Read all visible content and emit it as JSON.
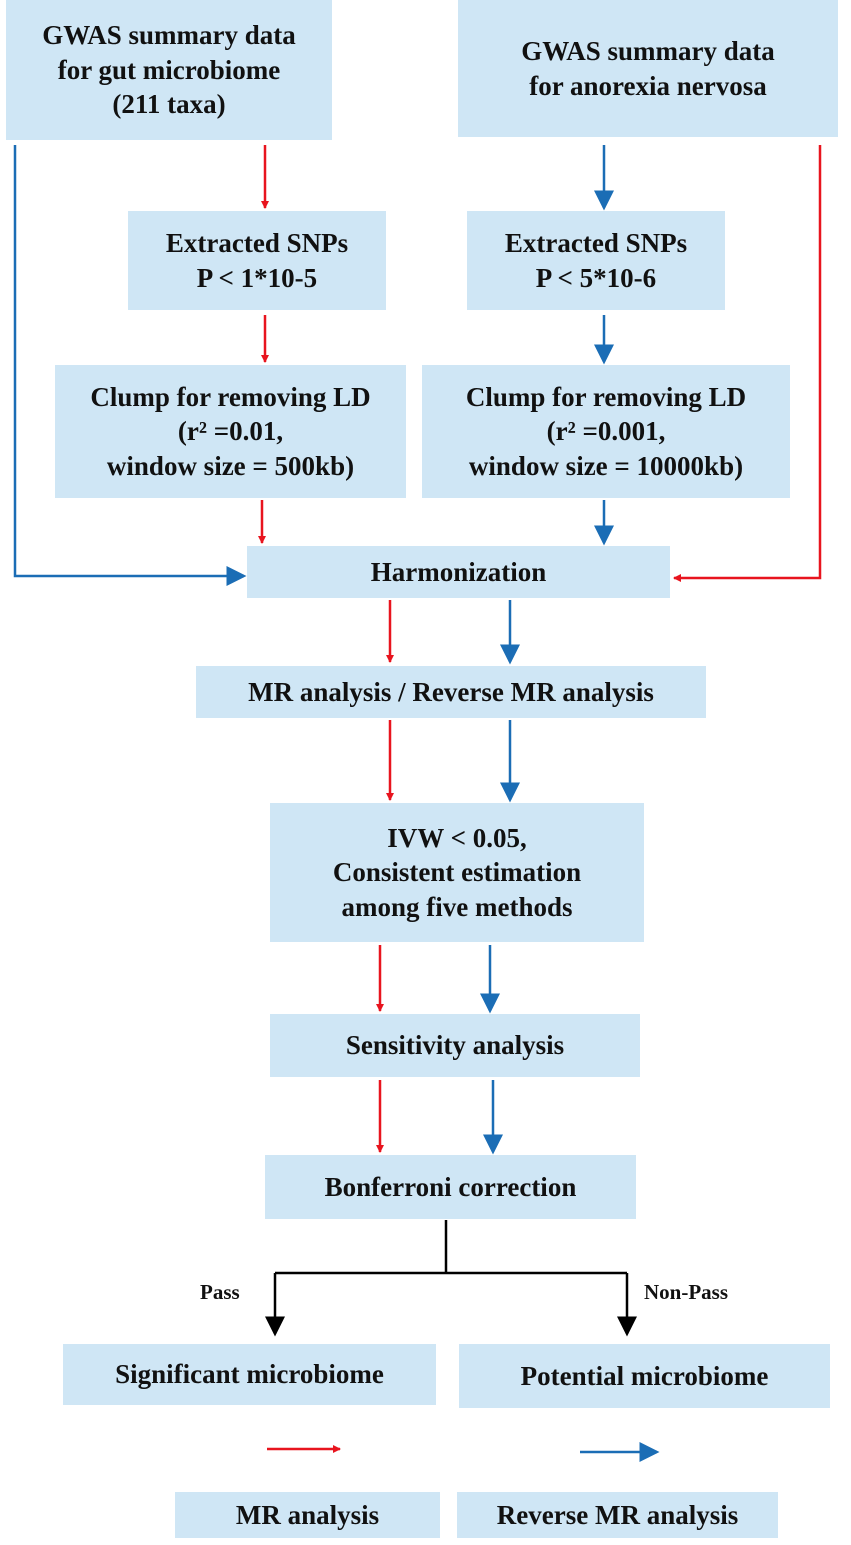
{
  "colors": {
    "box": "#cfe6f5",
    "mr_arrow": "#e8141e",
    "reverse_arrow": "#1b6db5",
    "decision_arrow": "#000000"
  },
  "boxes": {
    "gwas_gut": [
      "GWAS summary data",
      "for gut microbiome",
      "(211  taxa)"
    ],
    "gwas_an": [
      "GWAS summary data",
      "for anorexia nervosa"
    ],
    "extract_left": [
      "Extracted SNPs",
      "P < 1*10-5"
    ],
    "extract_right": [
      "Extracted SNPs",
      "P < 5*10-6"
    ],
    "clump_left": [
      "Clump for removing LD",
      "(r² =0.01,",
      "window size = 500kb)"
    ],
    "clump_right": [
      "Clump for removing LD",
      "(r² =0.001,",
      "window size = 10000kb)"
    ],
    "harmonization": "Harmonization",
    "mr": "MR analysis / Reverse MR analysis",
    "ivw": [
      "IVW < 0.05,",
      "Consistent estimation",
      "among five methods"
    ],
    "sensitivity": "Sensitivity  analysis",
    "bonferroni": "Bonferroni correction",
    "significant": "Significant microbiome",
    "potential": "Potential microbiome"
  },
  "branch_labels": {
    "pass": "Pass",
    "non_pass": "Non-Pass"
  },
  "legend": {
    "mr": "MR analysis",
    "reverse": "Reverse MR analysis"
  }
}
